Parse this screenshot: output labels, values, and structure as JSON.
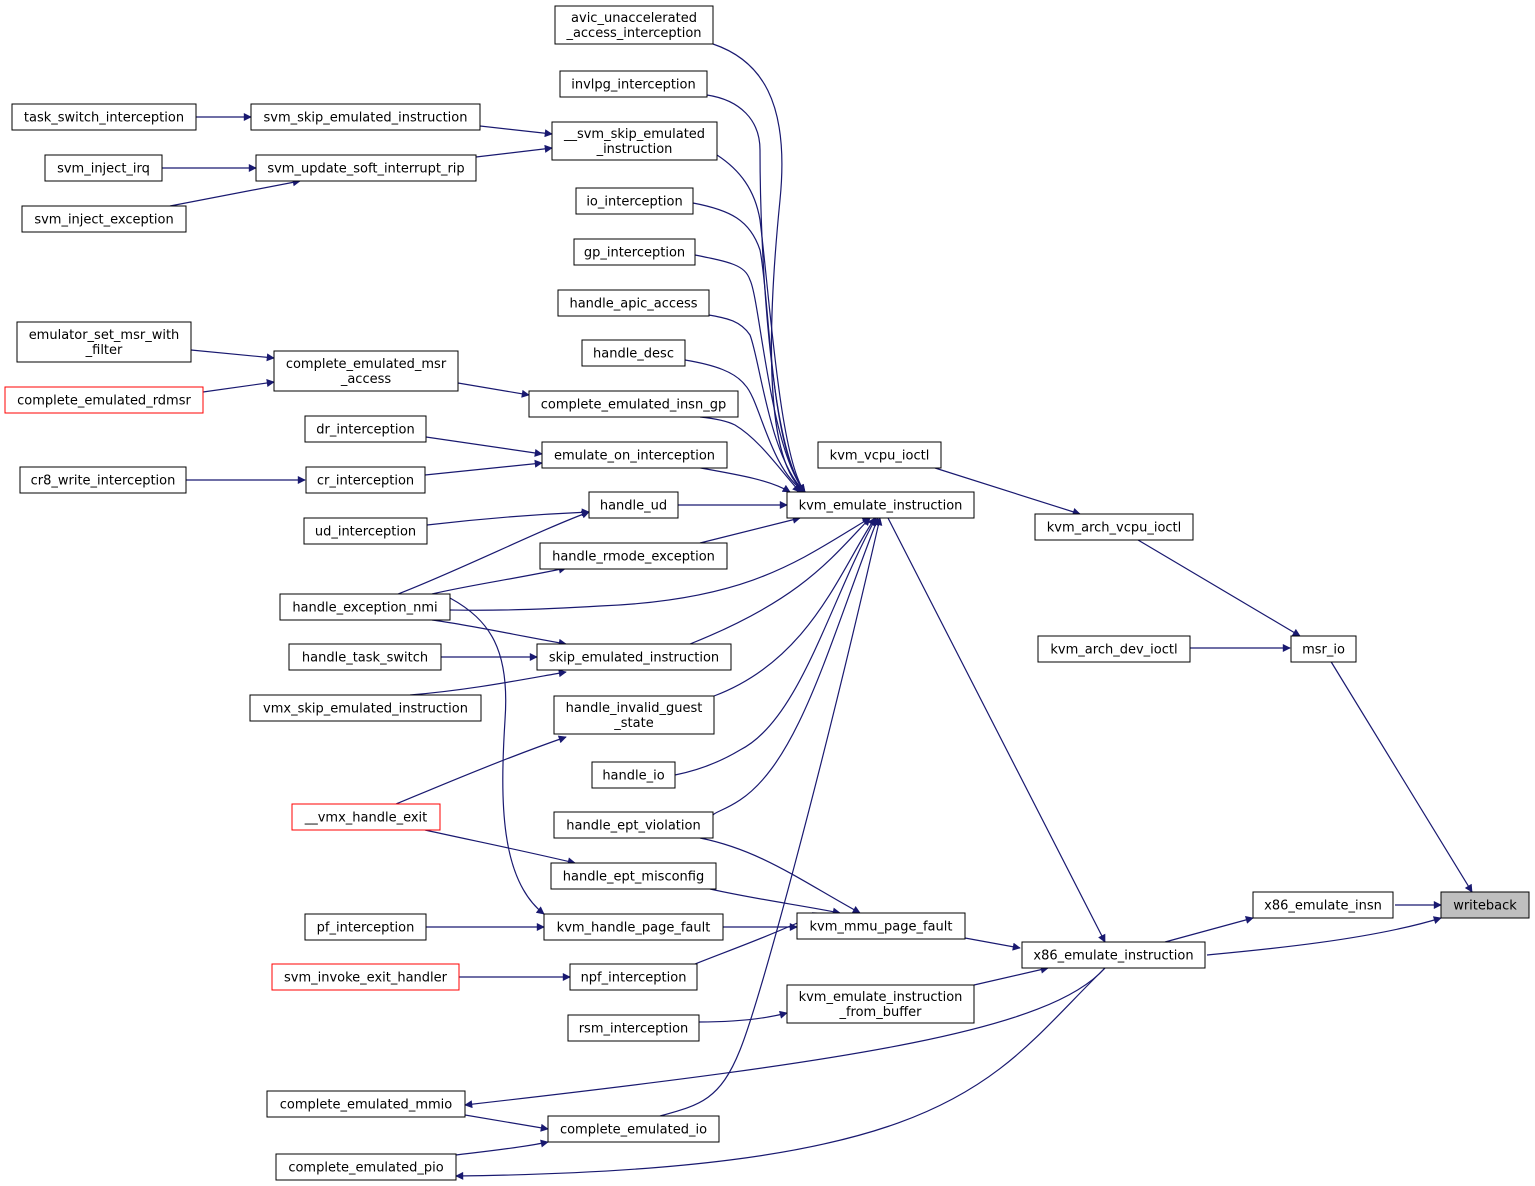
{
  "colors": {
    "edge": "#191970",
    "border": "#000000",
    "truncated_border": "#ff0000",
    "root_fill": "#bfbfbf"
  },
  "nodes": {
    "writeback": [
      "writeback"
    ],
    "x86_emulate_insn": [
      "x86_emulate_insn"
    ],
    "x86_emulate_instruction": [
      "x86_emulate_instruction"
    ],
    "msr_io": [
      "msr_io"
    ],
    "kvm_arch_vcpu_ioctl": [
      "kvm_arch_vcpu_ioctl"
    ],
    "kvm_arch_dev_ioctl": [
      "kvm_arch_dev_ioctl"
    ],
    "kvm_vcpu_ioctl": [
      "kvm_vcpu_ioctl"
    ],
    "kvm_emulate_instruction": [
      "kvm_emulate_instruction"
    ],
    "kvm_mmu_page_fault": [
      "kvm_mmu_page_fault"
    ],
    "kvm_emulate_instruction_from_buffer": [
      "kvm_emulate_instruction",
      "_from_buffer"
    ],
    "avic_unaccelerated_access_interception": [
      "avic_unaccelerated",
      "_access_interception"
    ],
    "invlpg_interception": [
      "invlpg_interception"
    ],
    "__svm_skip_emulated_instruction": [
      "__svm_skip_emulated",
      "_instruction"
    ],
    "io_interception": [
      "io_interception"
    ],
    "gp_interception": [
      "gp_interception"
    ],
    "handle_apic_access": [
      "handle_apic_access"
    ],
    "handle_desc": [
      "handle_desc"
    ],
    "complete_emulated_insn_gp": [
      "complete_emulated_insn_gp"
    ],
    "emulate_on_interception": [
      "emulate_on_interception"
    ],
    "handle_ud": [
      "handle_ud"
    ],
    "handle_rmode_exception": [
      "handle_rmode_exception"
    ],
    "skip_emulated_instruction": [
      "skip_emulated_instruction"
    ],
    "handle_invalid_guest_state": [
      "handle_invalid_guest",
      "_state"
    ],
    "handle_io": [
      "handle_io"
    ],
    "handle_ept_violation": [
      "handle_ept_violation"
    ],
    "handle_ept_misconfig": [
      "handle_ept_misconfig"
    ],
    "kvm_handle_page_fault": [
      "kvm_handle_page_fault"
    ],
    "npf_interception": [
      "npf_interception"
    ],
    "rsm_interception": [
      "rsm_interception"
    ],
    "complete_emulated_io": [
      "complete_emulated_io"
    ],
    "complete_emulated_mmio": [
      "complete_emulated_mmio"
    ],
    "complete_emulated_pio": [
      "complete_emulated_pio"
    ],
    "task_switch_interception": [
      "task_switch_interception"
    ],
    "svm_skip_emulated_instruction": [
      "svm_skip_emulated_instruction"
    ],
    "svm_inject_irq": [
      "svm_inject_irq"
    ],
    "svm_update_soft_interrupt_rip": [
      "svm_update_soft_interrupt_rip"
    ],
    "svm_inject_exception": [
      "svm_inject_exception"
    ],
    "emulator_set_msr_with_filter": [
      "emulator_set_msr_with",
      "_filter"
    ],
    "complete_emulated_msr_access": [
      "complete_emulated_msr",
      "_access"
    ],
    "complete_emulated_rdmsr": [
      "complete_emulated_rdmsr"
    ],
    "dr_interception": [
      "dr_interception"
    ],
    "cr_interception": [
      "cr_interception"
    ],
    "cr8_write_interception": [
      "cr8_write_interception"
    ],
    "ud_interception": [
      "ud_interception"
    ],
    "handle_exception_nmi": [
      "handle_exception_nmi"
    ],
    "handle_task_switch": [
      "handle_task_switch"
    ],
    "vmx_skip_emulated_instruction": [
      "vmx_skip_emulated_instruction"
    ],
    "__vmx_handle_exit": [
      "__vmx_handle_exit"
    ],
    "pf_interception": [
      "pf_interception"
    ],
    "svm_invoke_exit_handler": [
      "svm_invoke_exit_handler"
    ]
  }
}
